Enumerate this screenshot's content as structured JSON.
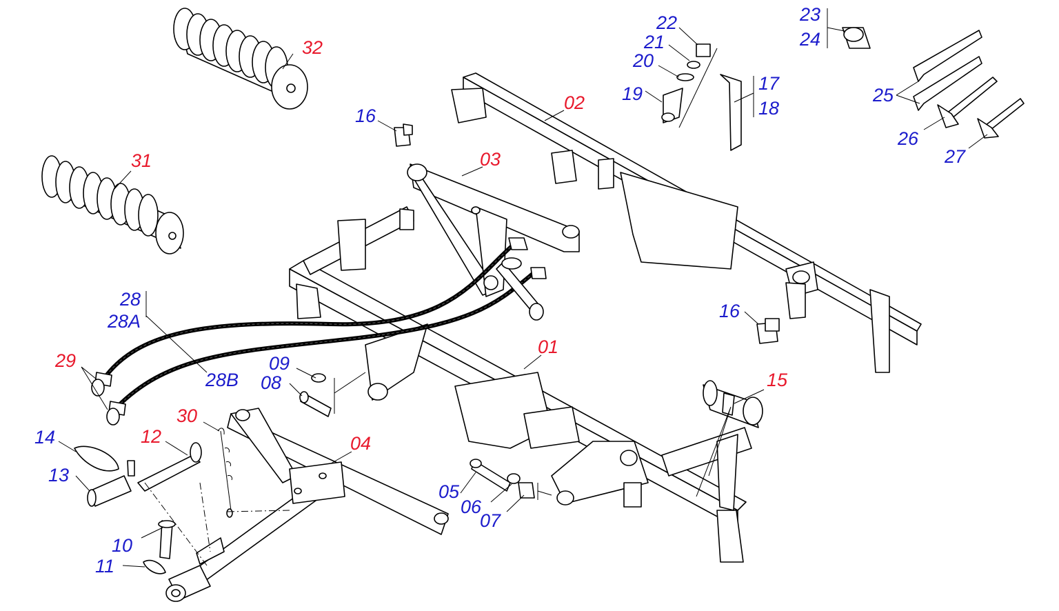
{
  "colors": {
    "primary_part": "#e8192c",
    "hardware_part": "#1c1ccc",
    "line": "#000000",
    "background": "#ffffff"
  },
  "labels": {
    "p01": "01",
    "p02": "02",
    "p03": "03",
    "p04": "04",
    "p05": "05",
    "p06": "06",
    "p07": "07",
    "p08": "08",
    "p09": "09",
    "p10": "10",
    "p11": "11",
    "p12": "12",
    "p13": "13",
    "p14": "14",
    "p15": "15",
    "p16a": "16",
    "p16b": "16",
    "p17": "17",
    "p18": "18",
    "p19": "19",
    "p20": "20",
    "p21": "21",
    "p22": "22",
    "p23": "23",
    "p24": "24",
    "p25": "25",
    "p26": "26",
    "p27": "27",
    "p28": "28",
    "p28A": "28A",
    "p28B": "28B",
    "p29": "29",
    "p30": "30",
    "p31": "31",
    "p32": "32"
  }
}
